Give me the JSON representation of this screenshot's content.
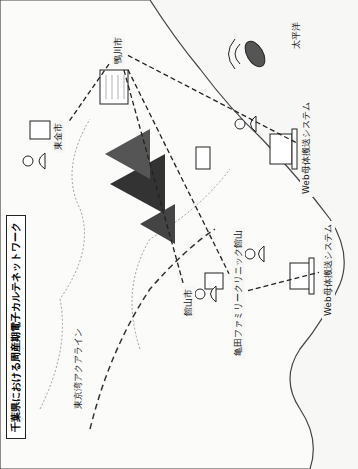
{
  "diagram": {
    "title": "千葉県における周産期電子カルテネットワーク",
    "nodes": [
      {
        "text": [
          "東金市"
        ]
      },
      {
        "text": [
          "鴨川市"
        ]
      },
      {
        "text": [
          "館山市"
        ]
      },
      {
        "text": [
          "亀田ファミリークリニック館山"
        ]
      },
      {
        "text": [
          "Web母体搬送システム"
        ]
      },
      {
        "text": [
          "Web母体搬送システム"
        ]
      }
    ],
    "edges": [
      {
        "from": 1,
        "to": 0,
        "arrow": "none"
      },
      {
        "from": 1,
        "to": 2,
        "arrow": "none"
      },
      {
        "from": 1,
        "to": 3,
        "arrow": "none"
      },
      {
        "from": 1,
        "to": 4,
        "arrow": "none"
      },
      {
        "from": 3,
        "to": 5,
        "arrow": "none"
      }
    ],
    "labels": [
      "太平洋",
      "東京湾アクアライン"
    ]
  }
}
